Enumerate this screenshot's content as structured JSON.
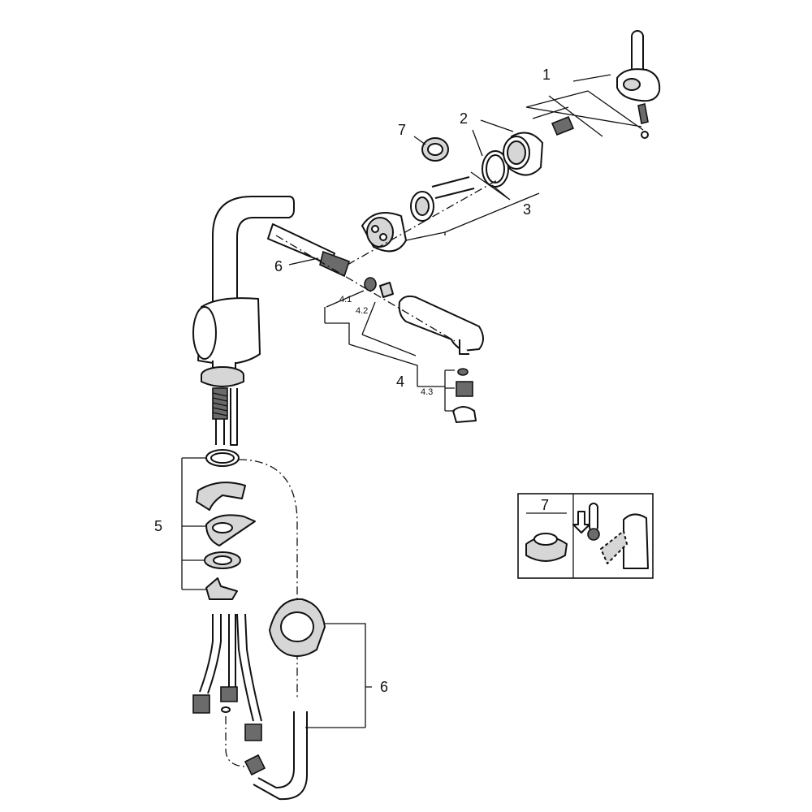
{
  "callouts": {
    "c1": "1",
    "c2": "2",
    "c3": "3",
    "c4": "4",
    "c41": "4.1",
    "c42": "4.2",
    "c43": "4.3",
    "c5": "5",
    "c6_top": "6",
    "c6_bottom": "6",
    "c7": "7"
  },
  "inset": {
    "label": "7"
  },
  "icons": {
    "faucet": "faucet-body-icon",
    "lever": "lever-handle-icon",
    "cartridge": "cartridge-icon",
    "spray": "spray-head-icon",
    "weight": "hose-weight-icon",
    "thermometer": "thermometer-icon",
    "arrow": "arrow-down-icon"
  },
  "colors": {
    "ink": "#111111",
    "metal_fill": "#d6d6d6",
    "background": "#ffffff"
  }
}
